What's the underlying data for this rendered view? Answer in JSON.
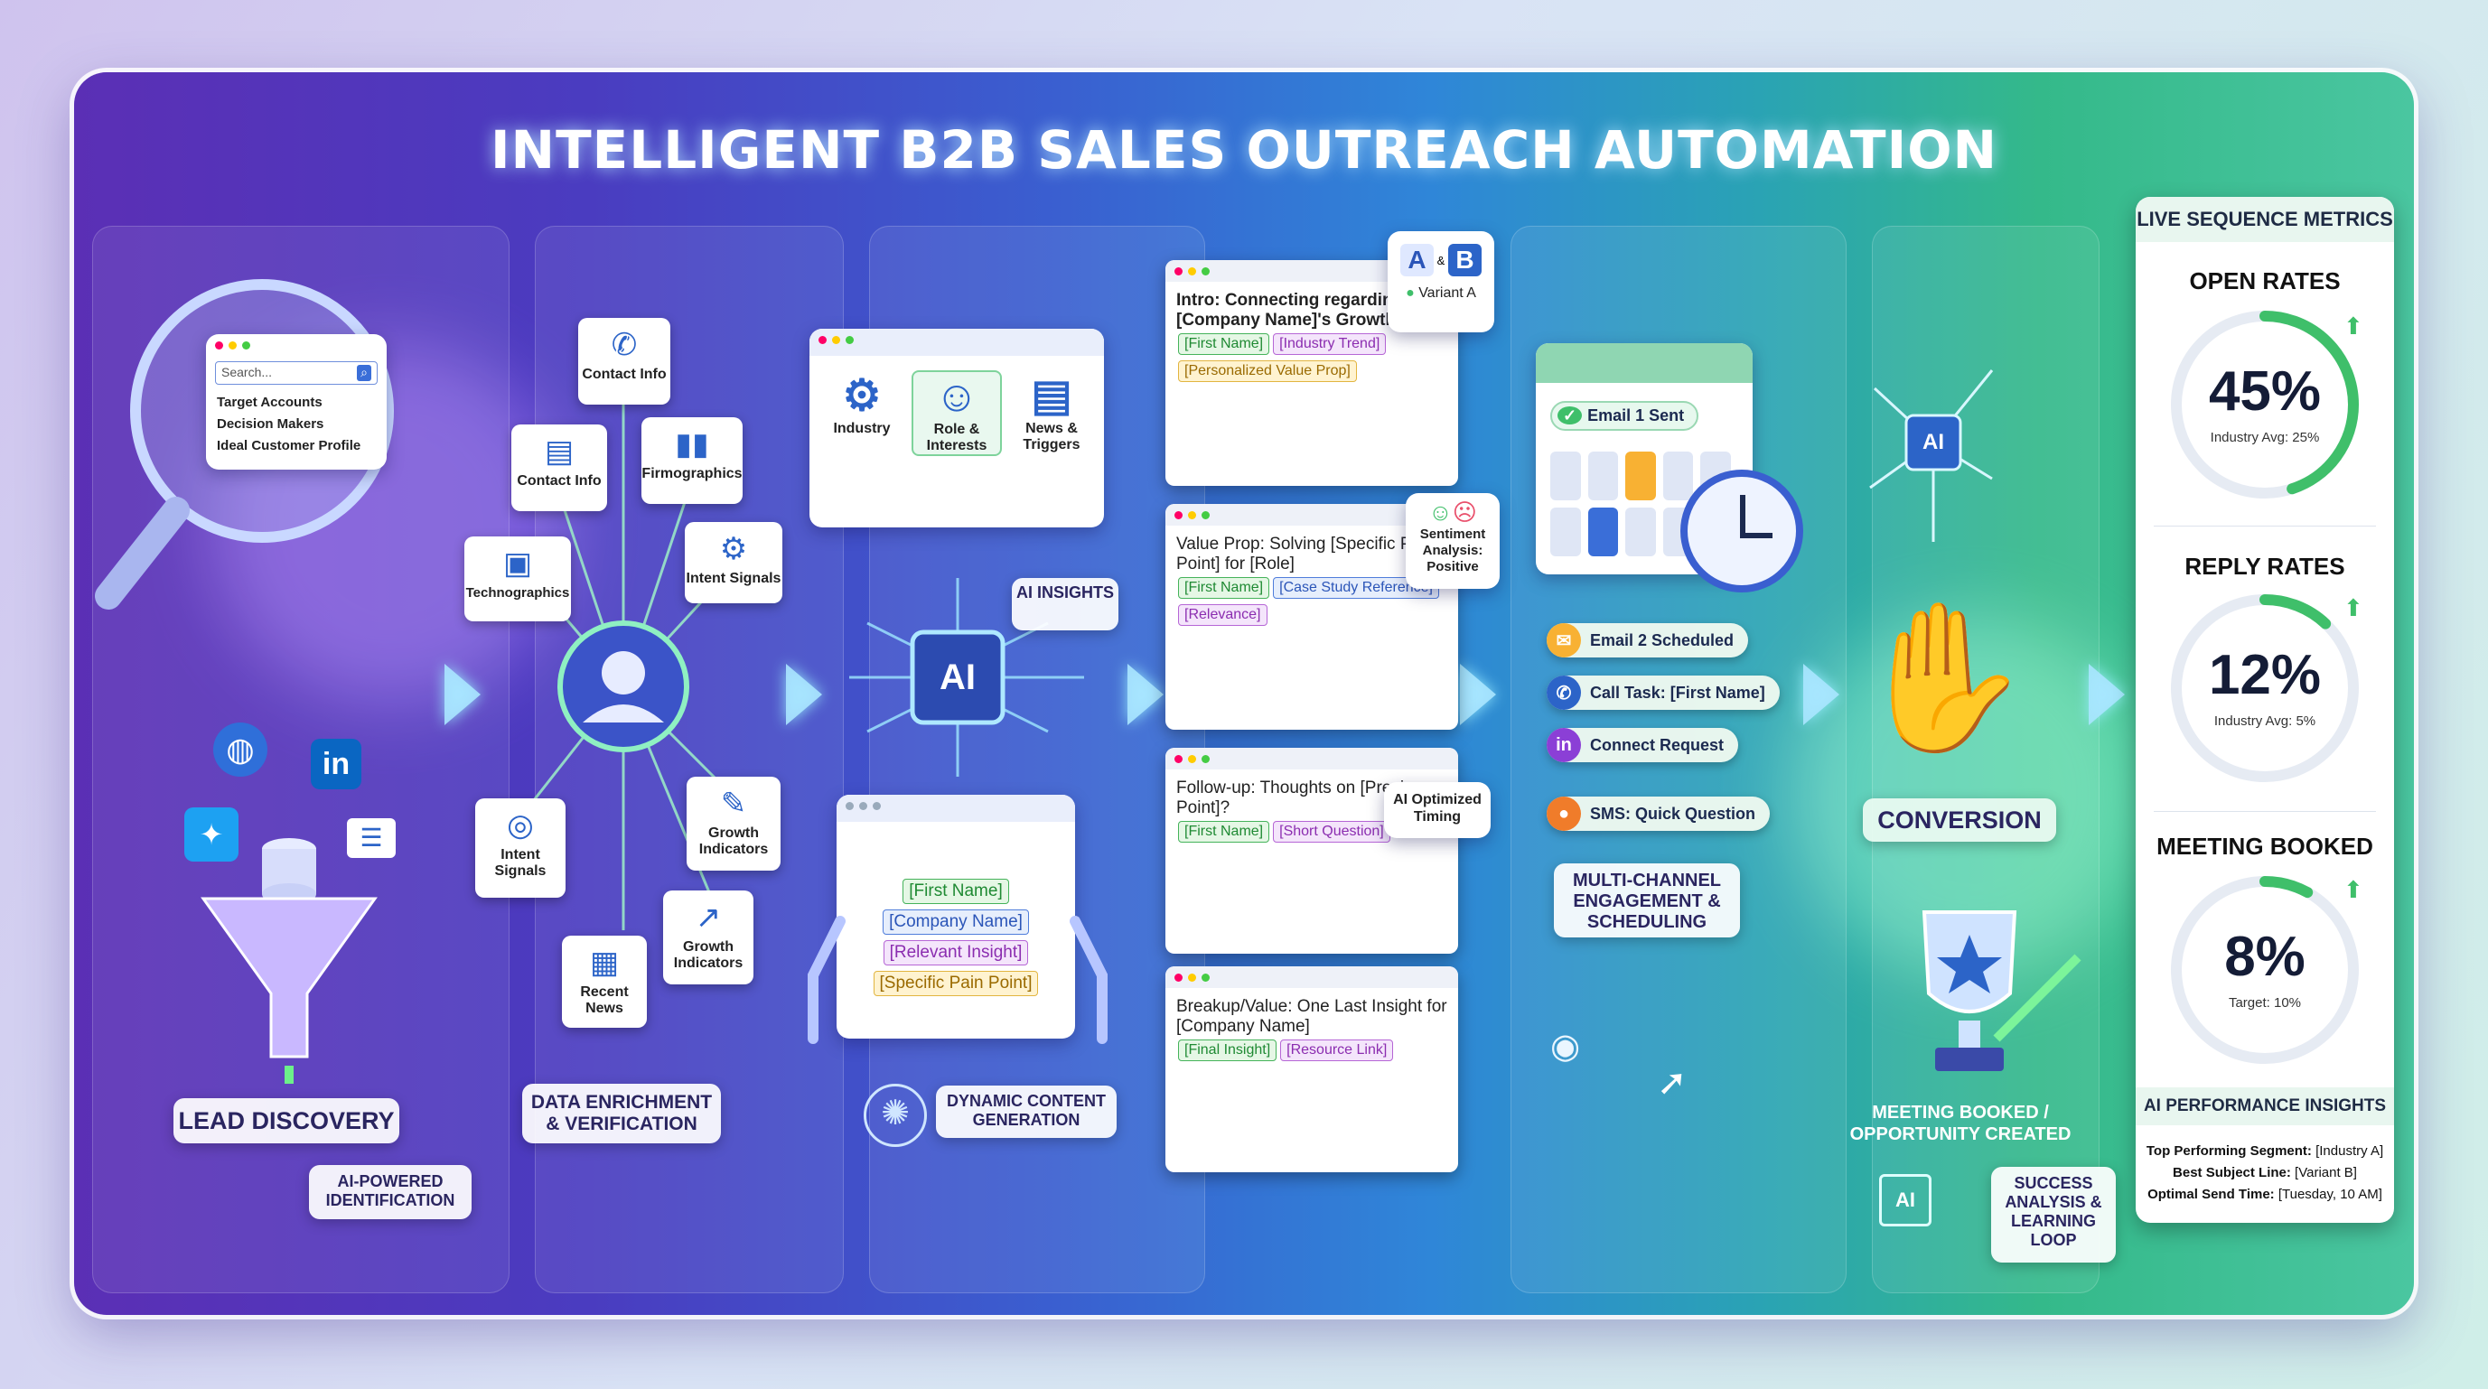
{
  "title": "INTELLIGENT B2B SALES OUTREACH AUTOMATION",
  "lead_discovery": {
    "search_placeholder": "Search...",
    "items": [
      "Target Accounts",
      "Decision Makers",
      "Ideal Customer Profile"
    ],
    "label": "LEAD DISCOVERY",
    "sub_label": "AI-POWERED IDENTIFICATION"
  },
  "enrichment": {
    "nodes": [
      "Contact Info",
      "Contact Info",
      "Firmographics",
      "Technographics",
      "Intent Signals",
      "Intent Signals",
      "Growth Indicators",
      "Growth Indicators",
      "Recent News"
    ],
    "label": "DATA ENRICHMENT & VERIFICATION"
  },
  "content": {
    "signals": [
      "Industry",
      "Role & Interests",
      "News & Triggers"
    ],
    "ai_insights": "AI INSIGHTS",
    "ai_chip": "AI",
    "tokens": [
      "[First Name]",
      "[Company Name]",
      "[Relevant Insight]",
      "[Specific Pain Point]"
    ],
    "label": "DYNAMIC CONTENT GENERATION"
  },
  "emails": [
    {
      "text": "Intro: Connecting regarding [Company Name]'s Growth",
      "tags": [
        "[First Name]",
        "[Industry Trend]",
        "[Personalized Value Prop]"
      ]
    },
    {
      "text": "Value Prop: Solving [Specific Pain Point] for [Role]",
      "tags": [
        "[First Name]",
        "[Case Study Reference]",
        "[Relevance]"
      ]
    },
    {
      "text": "Follow-up: Thoughts on [Previous Point]?",
      "tags": [
        "[First Name]",
        "[Short Question]"
      ]
    },
    {
      "text": "Breakup/Value: One Last Insight for [Company Name]",
      "tags": [
        "[Final Insight]",
        "[Resource Link]"
      ]
    }
  ],
  "ab_test": {
    "a": "A",
    "b": "B",
    "amp": "&",
    "variant": "Variant A"
  },
  "sentiment": "Sentiment Analysis: Positive",
  "ai_timing": "AI Optimized Timing",
  "engagement": {
    "email1": "Email 1 Sent",
    "steps": [
      "Email 2 Scheduled",
      "Call Task: [First Name]",
      "Connect Request",
      "SMS: Quick Question"
    ],
    "label": "MULTI-CHANNEL ENGAGEMENT & SCHEDULING"
  },
  "conversion": {
    "label": "CONVERSION",
    "ai_chip": "AI",
    "outcome": "MEETING BOOKED / OPPORTUNITY CREATED",
    "loop": "SUCCESS ANALYSIS & LEARNING LOOP"
  },
  "metrics": {
    "title": "LIVE SEQUENCE METRICS",
    "items": [
      {
        "name": "OPEN RATES",
        "value": "45%",
        "sub": "Industry Avg: 25%",
        "fraction": 0.45
      },
      {
        "name": "REPLY RATES",
        "value": "12%",
        "sub": "Industry Avg: 5%",
        "fraction": 0.12
      },
      {
        "name": "MEETING BOOKED",
        "value": "8%",
        "sub": "Target: 10%",
        "fraction": 0.08
      }
    ],
    "insights_title": "AI PERFORMANCE INSIGHTS",
    "insights": [
      {
        "k": "Top Performing Segment:",
        "v": "[Industry A]"
      },
      {
        "k": "Best Subject Line:",
        "v": "[Variant B]"
      },
      {
        "k": "Optimal Send Time:",
        "v": "[Tuesday, 10 AM]"
      }
    ]
  },
  "colors": {
    "green": "#3fbf6a",
    "purple": "#5b2fb5",
    "teal": "#34b98a"
  }
}
